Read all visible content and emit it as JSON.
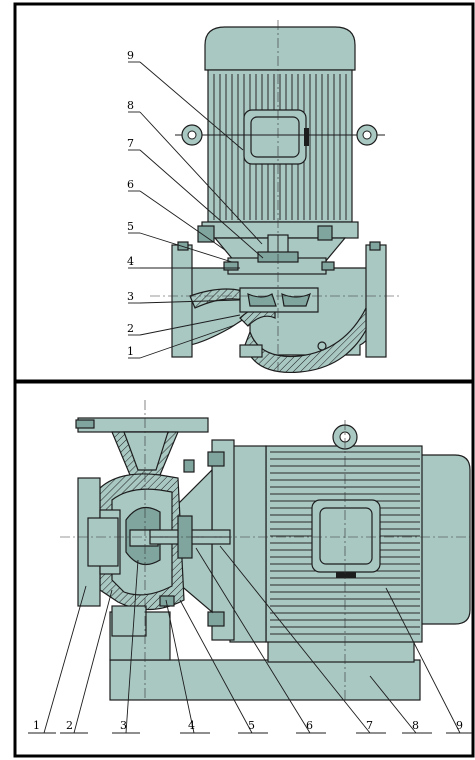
{
  "colors": {
    "body": "#a9c8c2",
    "shadow": "#7fa59e",
    "outline": "#1d1d1d",
    "border": "#000000"
  },
  "top_view": {
    "labels": [
      "9",
      "8",
      "7",
      "6",
      "5",
      "4",
      "3",
      "2",
      "1"
    ]
  },
  "bottom_view": {
    "labels": [
      "1",
      "2",
      "3",
      "4",
      "5",
      "6",
      "7",
      "8",
      "9"
    ]
  }
}
